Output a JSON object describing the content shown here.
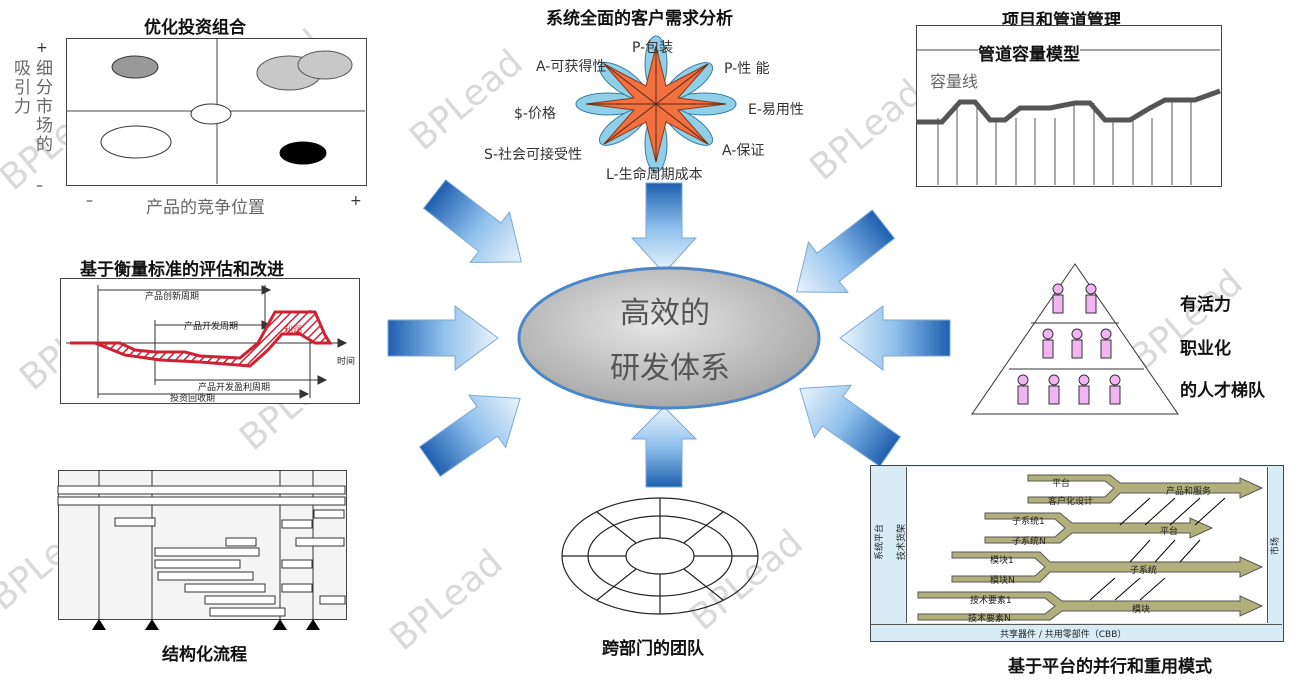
{
  "watermark": "BPLead",
  "center": {
    "line1": "高效的",
    "line2": "研发体系"
  },
  "portfolio": {
    "title": "优化投资组合",
    "y_plus": "+",
    "y_minus": "–",
    "y_label_col1": "吸引力",
    "y_label_col2": "细分市场的",
    "x_minus": "–",
    "x_label": "产品的竞争位置",
    "x_plus": "+"
  },
  "needs": {
    "title": "系统全面的客户需求分析",
    "labels": [
      "P-包装",
      "P-性 能",
      "E-易用性",
      "A-保证",
      "L-生命周期成本",
      "S-社会可接受性",
      "$-价格",
      "A-可获得性"
    ]
  },
  "pipeline": {
    "title": "项目和管道管理",
    "subtitle": "管道容量模型",
    "capacity_label": "容量线"
  },
  "metrics": {
    "title": "基于衡量标准的评估和改进",
    "labels": [
      "产品创新周期",
      "产品开发周期",
      "时间",
      "产品开发盈利周期",
      "投资回收期",
      "利润"
    ]
  },
  "team_pyramid": {
    "lines": [
      "有活力",
      "职业化",
      "的人才梯队"
    ]
  },
  "process": {
    "title": "结构化流程"
  },
  "cross_team": {
    "title": "跨部门的团队"
  },
  "platform": {
    "title": "基于平台的并行和重用模式",
    "left_labels": [
      "系统平台",
      "技术货架"
    ],
    "right_label": "市场",
    "bottom_label": "共享器件 / 共用零部件（CBB）",
    "arrows": [
      "平台",
      "客户化设计",
      "产品和服务",
      "子系统1",
      "子系统N",
      "平台",
      "模块1",
      "模块N",
      "子系统",
      "技术要素1",
      "技术要素N",
      "模块"
    ]
  },
  "colors": {
    "arrow": "#4a90d9",
    "star": "#f07040",
    "ellipse": "#b8b8b8",
    "cycle": "#cc2233"
  }
}
